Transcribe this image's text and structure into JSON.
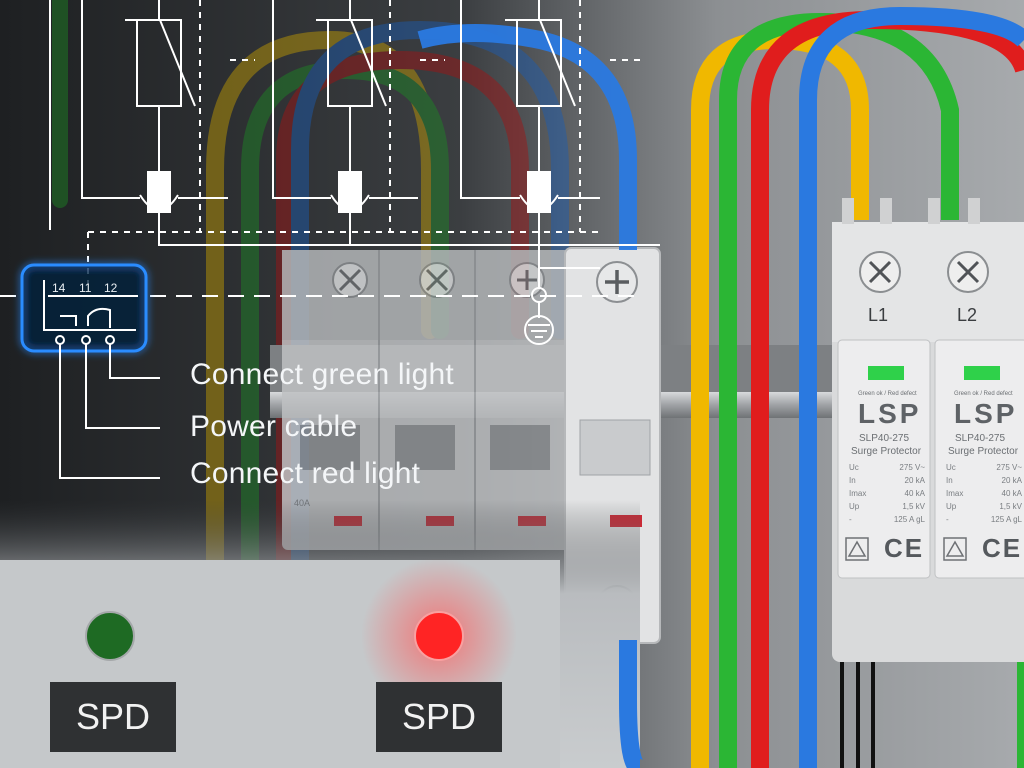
{
  "annotations": {
    "green_light": "Connect green light",
    "power_cable": "Power cable",
    "red_light": "Connect red light"
  },
  "terminals": [
    "14",
    "11",
    "12"
  ],
  "indicators": {
    "left": {
      "label": "SPD",
      "color": "#2e7d32"
    },
    "right": {
      "label": "SPD",
      "color": "#ff2a2a"
    }
  },
  "protector": {
    "poles": [
      "L1",
      "L2"
    ],
    "brand": "LSP",
    "model": "SLP40-275",
    "subtitle": "Surge Protector",
    "status_note": "Green ok / Red defect",
    "specs": [
      {
        "k": "Uc",
        "v": "275 V~"
      },
      {
        "k": "In",
        "v": "20 kA"
      },
      {
        "k": "Imax",
        "v": "40 kA"
      },
      {
        "k": "Up",
        "v": "1,5 kV"
      },
      {
        "k": "-",
        "v": "125 A gL"
      }
    ],
    "mark": "CE"
  },
  "breaker": {
    "rating": "40A"
  },
  "colors": {
    "wire_yellow": "#e8b400",
    "wire_green": "#1faa2a",
    "wire_red": "#d11414",
    "wire_blue": "#1f6fd6",
    "glow": "#2a8cff"
  }
}
